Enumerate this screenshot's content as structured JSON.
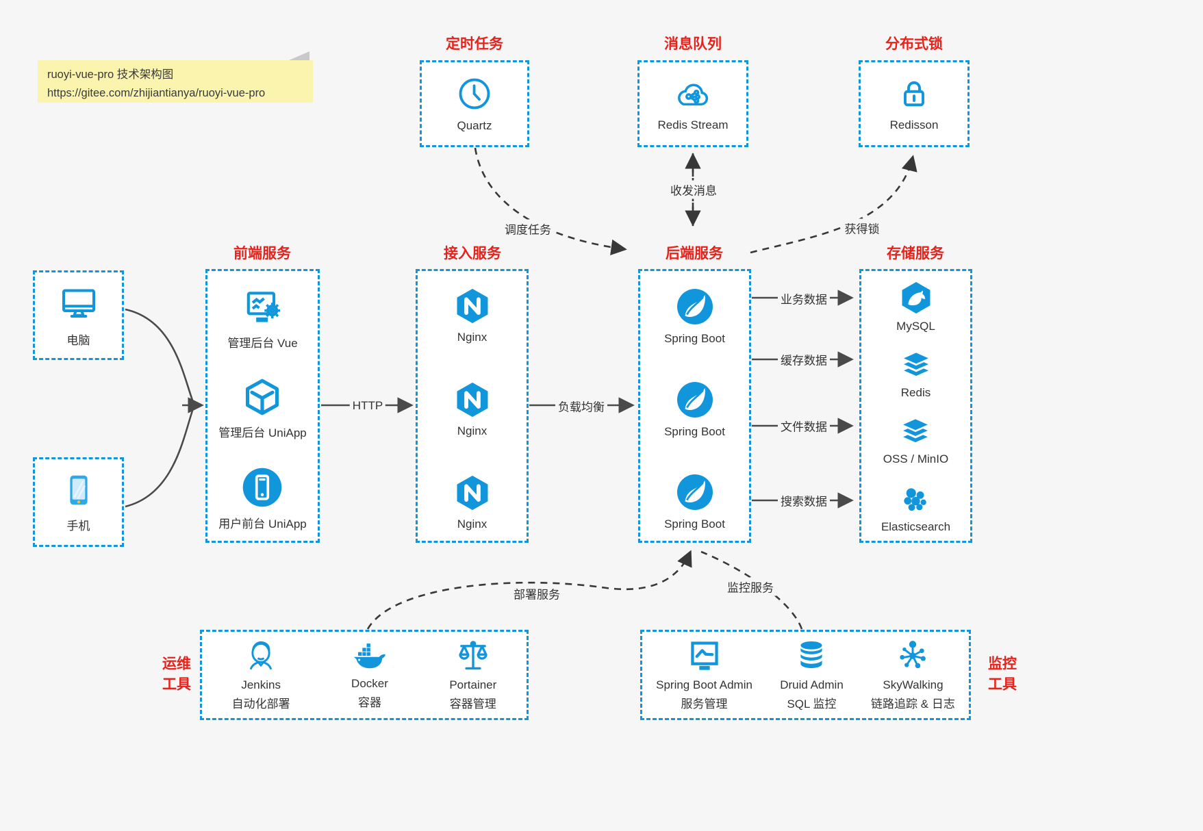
{
  "note": {
    "line1": "ruoyi-vue-pro 技术架构图",
    "line2": "https://gitee.com/zhijiantianya/ruoyi-vue-pro"
  },
  "colors": {
    "accent_blue": "#1296db",
    "title_red": "#e8221a",
    "note_bg": "#fbf4ae",
    "solid_arrow": "#4a4a4b",
    "dashed_arrow": "#383838",
    "box_bg": "#ffffff",
    "page_bg": "#f6f6f7"
  },
  "top_services": [
    {
      "title": "定时任务",
      "label": "Quartz",
      "icon": "clock-icon"
    },
    {
      "title": "消息队列",
      "label": "Redis Stream",
      "icon": "cloud-share-icon"
    },
    {
      "title": "分布式锁",
      "label": "Redisson",
      "icon": "lock-icon"
    }
  ],
  "clients": [
    {
      "label": "电脑",
      "icon": "desktop-icon"
    },
    {
      "label": "手机",
      "icon": "smartphone-icon"
    }
  ],
  "columns": {
    "frontend": {
      "title": "前端服务",
      "items": [
        {
          "label": "管理后台 Vue",
          "icon": "admin-vue-icon"
        },
        {
          "label": "管理后台 UniApp",
          "icon": "uniapp-cube-icon"
        },
        {
          "label": "用户前台 UniApp",
          "icon": "user-app-icon"
        }
      ]
    },
    "gateway": {
      "title": "接入服务",
      "items": [
        {
          "label": "Nginx",
          "icon": "nginx-icon"
        },
        {
          "label": "Nginx",
          "icon": "nginx-icon"
        },
        {
          "label": "Nginx",
          "icon": "nginx-icon"
        }
      ]
    },
    "backend": {
      "title": "后端服务",
      "items": [
        {
          "label": "Spring Boot",
          "icon": "spring-boot-icon"
        },
        {
          "label": "Spring Boot",
          "icon": "spring-boot-icon"
        },
        {
          "label": "Spring Boot",
          "icon": "spring-boot-icon"
        }
      ]
    },
    "storage": {
      "title": "存储服务",
      "items": [
        {
          "label": "MySQL",
          "icon": "mysql-icon"
        },
        {
          "label": "Redis",
          "icon": "redis-icon"
        },
        {
          "label": "OSS / MinIO",
          "icon": "oss-minio-icon"
        },
        {
          "label": "Elasticsearch",
          "icon": "elasticsearch-icon"
        }
      ]
    }
  },
  "edges": {
    "http": "HTTP",
    "load_balance": "负载均衡",
    "schedule": "调度任务",
    "messaging": "收发消息",
    "lock": "获得锁",
    "business_data": "业务数据",
    "cache_data": "缓存数据",
    "file_data": "文件数据",
    "search_data": "搜索数据",
    "deploy": "部署服务",
    "monitor": "监控服务"
  },
  "ops_tools": {
    "title": "运维工具",
    "items": [
      {
        "name": "Jenkins",
        "desc": "自动化部署",
        "icon": "jenkins-icon"
      },
      {
        "name": "Docker",
        "desc": "容器",
        "icon": "docker-icon"
      },
      {
        "name": "Portainer",
        "desc": "容器管理",
        "icon": "portainer-icon"
      }
    ]
  },
  "monitor_tools": {
    "title": "监控工具",
    "items": [
      {
        "name": "Spring Boot Admin",
        "desc": "服务管理",
        "icon": "spring-boot-admin-icon"
      },
      {
        "name": "Druid Admin",
        "desc": "SQL 监控",
        "icon": "druid-db-icon"
      },
      {
        "name": "SkyWalking",
        "desc": "链路追踪 & 日志",
        "icon": "skywalking-icon"
      }
    ]
  }
}
